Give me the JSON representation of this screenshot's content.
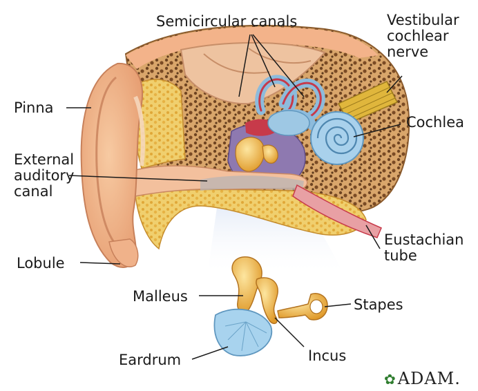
{
  "labels": {
    "semicircular_canals": "Semicircular canals",
    "vestibular_cochlear_nerve": [
      "Vestibular",
      "cochlear",
      "nerve"
    ],
    "pinna": "Pinna",
    "cochlea": "Cochlea",
    "external_auditory_canal": [
      "External",
      "auditory",
      "canal"
    ],
    "eustachian_tube": [
      "Eustachian",
      "tube"
    ],
    "lobule": "Lobule",
    "malleus": "Malleus",
    "stapes": "Stapes",
    "eardrum": "Eardrum",
    "incus": "Incus"
  },
  "brand": {
    "mark": "ADAM.",
    "icon": "leaf-icon"
  },
  "colors": {
    "skin": "#f2b98d",
    "skin_shadow": "#d98a63",
    "bone": "#e8c577",
    "marrow": "#8b5a2b",
    "labyrinth": "#9ec8e4",
    "nerve": "#d8b13a",
    "tympanic_purple": "#8e79b0",
    "ossicle": "#f0b84a",
    "eardrum_blue": "#a8d3ee",
    "canal_red": "#c73a4a"
  }
}
